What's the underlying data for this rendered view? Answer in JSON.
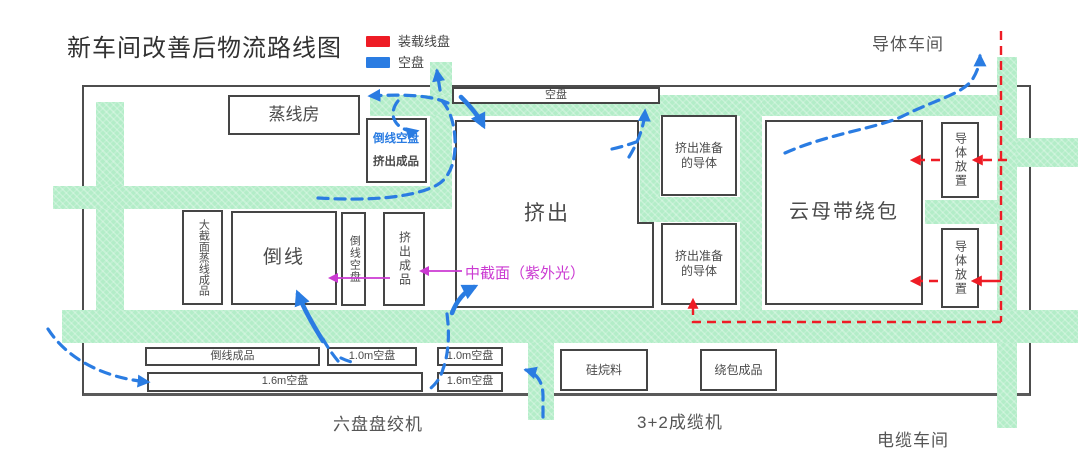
{
  "title": "新车间改善后物流路线图",
  "legend": {
    "items": [
      {
        "label": "装载线盘",
        "color": "#ee1c25"
      },
      {
        "label": "空盘",
        "color": "#2a7ce2"
      }
    ]
  },
  "colors": {
    "loaded_reel_route": "#ee1c25",
    "empty_reel_route": "#2a7ce2",
    "uv_annotation": "#cb3ad2",
    "corridor_green": "#b3edc8"
  },
  "outside_labels": {
    "conductor_workshop": "导体车间",
    "six_reel_strander": "六盘盘绞机",
    "cabling_machine": "3+2成缆机",
    "cable_workshop": "电缆车间"
  },
  "annotation": {
    "uv_note": "中截面（紫外光）"
  },
  "rooms": {
    "steam_room": "蒸线房",
    "boxA_line1": "倒线空盘",
    "boxA_line2": "挤出成品",
    "empty_reel_shelf": "空盘",
    "prep_conductor_l1": "挤出准备",
    "prep_conductor_l2": "的导体",
    "extrusion": "挤出",
    "mica_tape_wrapping": "云母带绕包",
    "conductor_placement": "导体放置",
    "big_section_steam_product": "大截面蒸线成品",
    "rewinding": "倒线",
    "rewind_empty_reel": "倒线空盘",
    "extrusion_product": "挤出成品",
    "rewind_product": "倒线成品",
    "reel_10m": "1.0m空盘",
    "reel_16m": "1.6m空盘",
    "silane_material": "硅烷料",
    "wrapped_product": "绕包成品"
  }
}
